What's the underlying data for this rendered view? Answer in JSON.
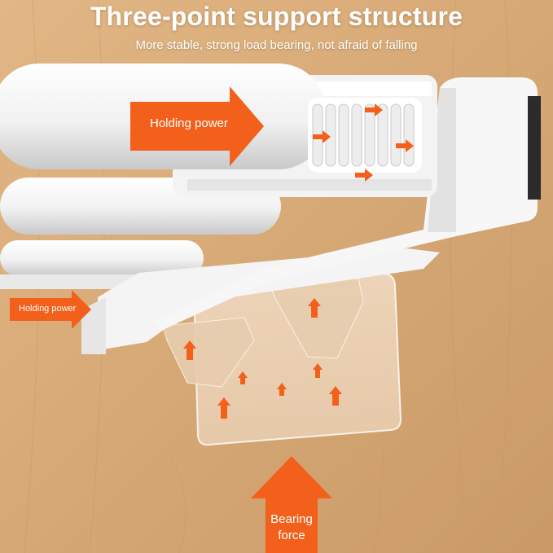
{
  "header": {
    "title": "Three-point support structure",
    "subtitle": "More stable, strong load bearing, not afraid of falling"
  },
  "callouts": {
    "holding_power_large": "Holding power",
    "holding_power_small": "Holding power",
    "bearing_line1": "Bearing",
    "bearing_line2": "force"
  },
  "colors": {
    "accent": "#f2601c",
    "wood": "#d9ad7c",
    "white": "#ffffff"
  }
}
